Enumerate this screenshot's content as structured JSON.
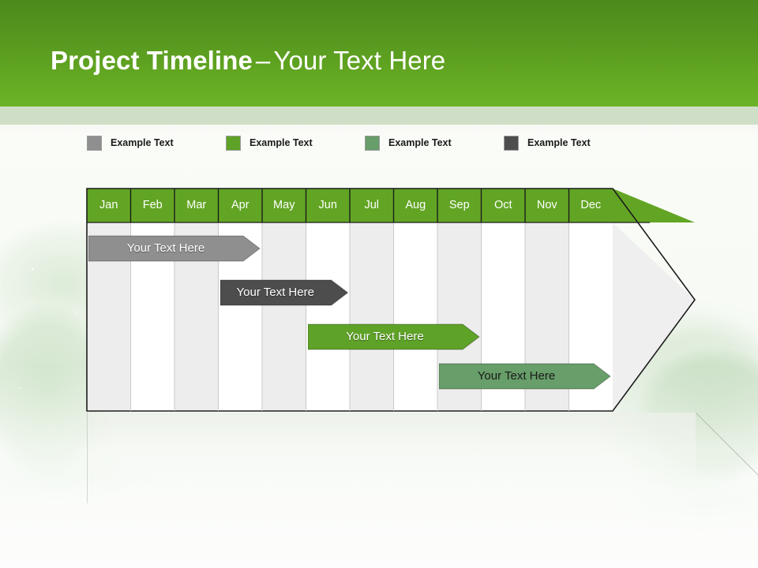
{
  "slide": {
    "title_strong": "Project Timeline",
    "title_dash": "–",
    "title_rest": "Your Text Here"
  },
  "colors": {
    "band_top": "#4c8a1c",
    "band_bottom": "#6db327",
    "sub_band": "#cfdec6",
    "header_green": "#62a524",
    "col_shade": "#ededed",
    "col_light": "#ffffff",
    "grid_line": "#1c1c1c",
    "arrow_fill": "#efefef",
    "arrow_stroke": "#3a3a3a",
    "gray_light": "#8f8f8f",
    "gray_dark": "#4d4d4d",
    "green_bright": "#5ea227",
    "green_sage": "#679e69"
  },
  "legend": {
    "items": [
      {
        "label": "Example Text",
        "color": "#8f8f8f",
        "x": 0
      },
      {
        "label": "Example Text",
        "color": "#5ea227",
        "x": 176
      },
      {
        "label": "Example Text",
        "color": "#679e69",
        "x": 352
      },
      {
        "label": "Example Text",
        "color": "#4d4d4d",
        "x": 528
      }
    ]
  },
  "chart_data": {
    "type": "bar",
    "title": "Project Timeline – Your Text Here",
    "xlabel": "",
    "ylabel": "",
    "grid": true,
    "legend_position": "top",
    "categories": [
      "Jan",
      "Feb",
      "Mar",
      "Apr",
      "May",
      "Jun",
      "Jul",
      "Aug",
      "Sep",
      "Oct",
      "Nov",
      "Dec"
    ],
    "series": [
      {
        "name": "Example Text",
        "label": "Your  Text Here",
        "color": "#8f8f8f",
        "text_color": "light",
        "start_month": 1,
        "end_month": 4,
        "row": 1
      },
      {
        "name": "Example Text",
        "label": "Your  Text Here",
        "color": "#4d4d4d",
        "text_color": "light",
        "start_month": 4,
        "end_month": 6,
        "row": 2
      },
      {
        "name": "Example Text",
        "label": "Your  Text Here",
        "color": "#5ea227",
        "text_color": "light",
        "start_month": 6,
        "end_month": 9,
        "row": 3
      },
      {
        "name": "Example Text",
        "label": "Your  Text Here",
        "color": "#679e69",
        "text_color": "dark",
        "start_month": 9,
        "end_month": 12,
        "row": 4
      }
    ]
  }
}
